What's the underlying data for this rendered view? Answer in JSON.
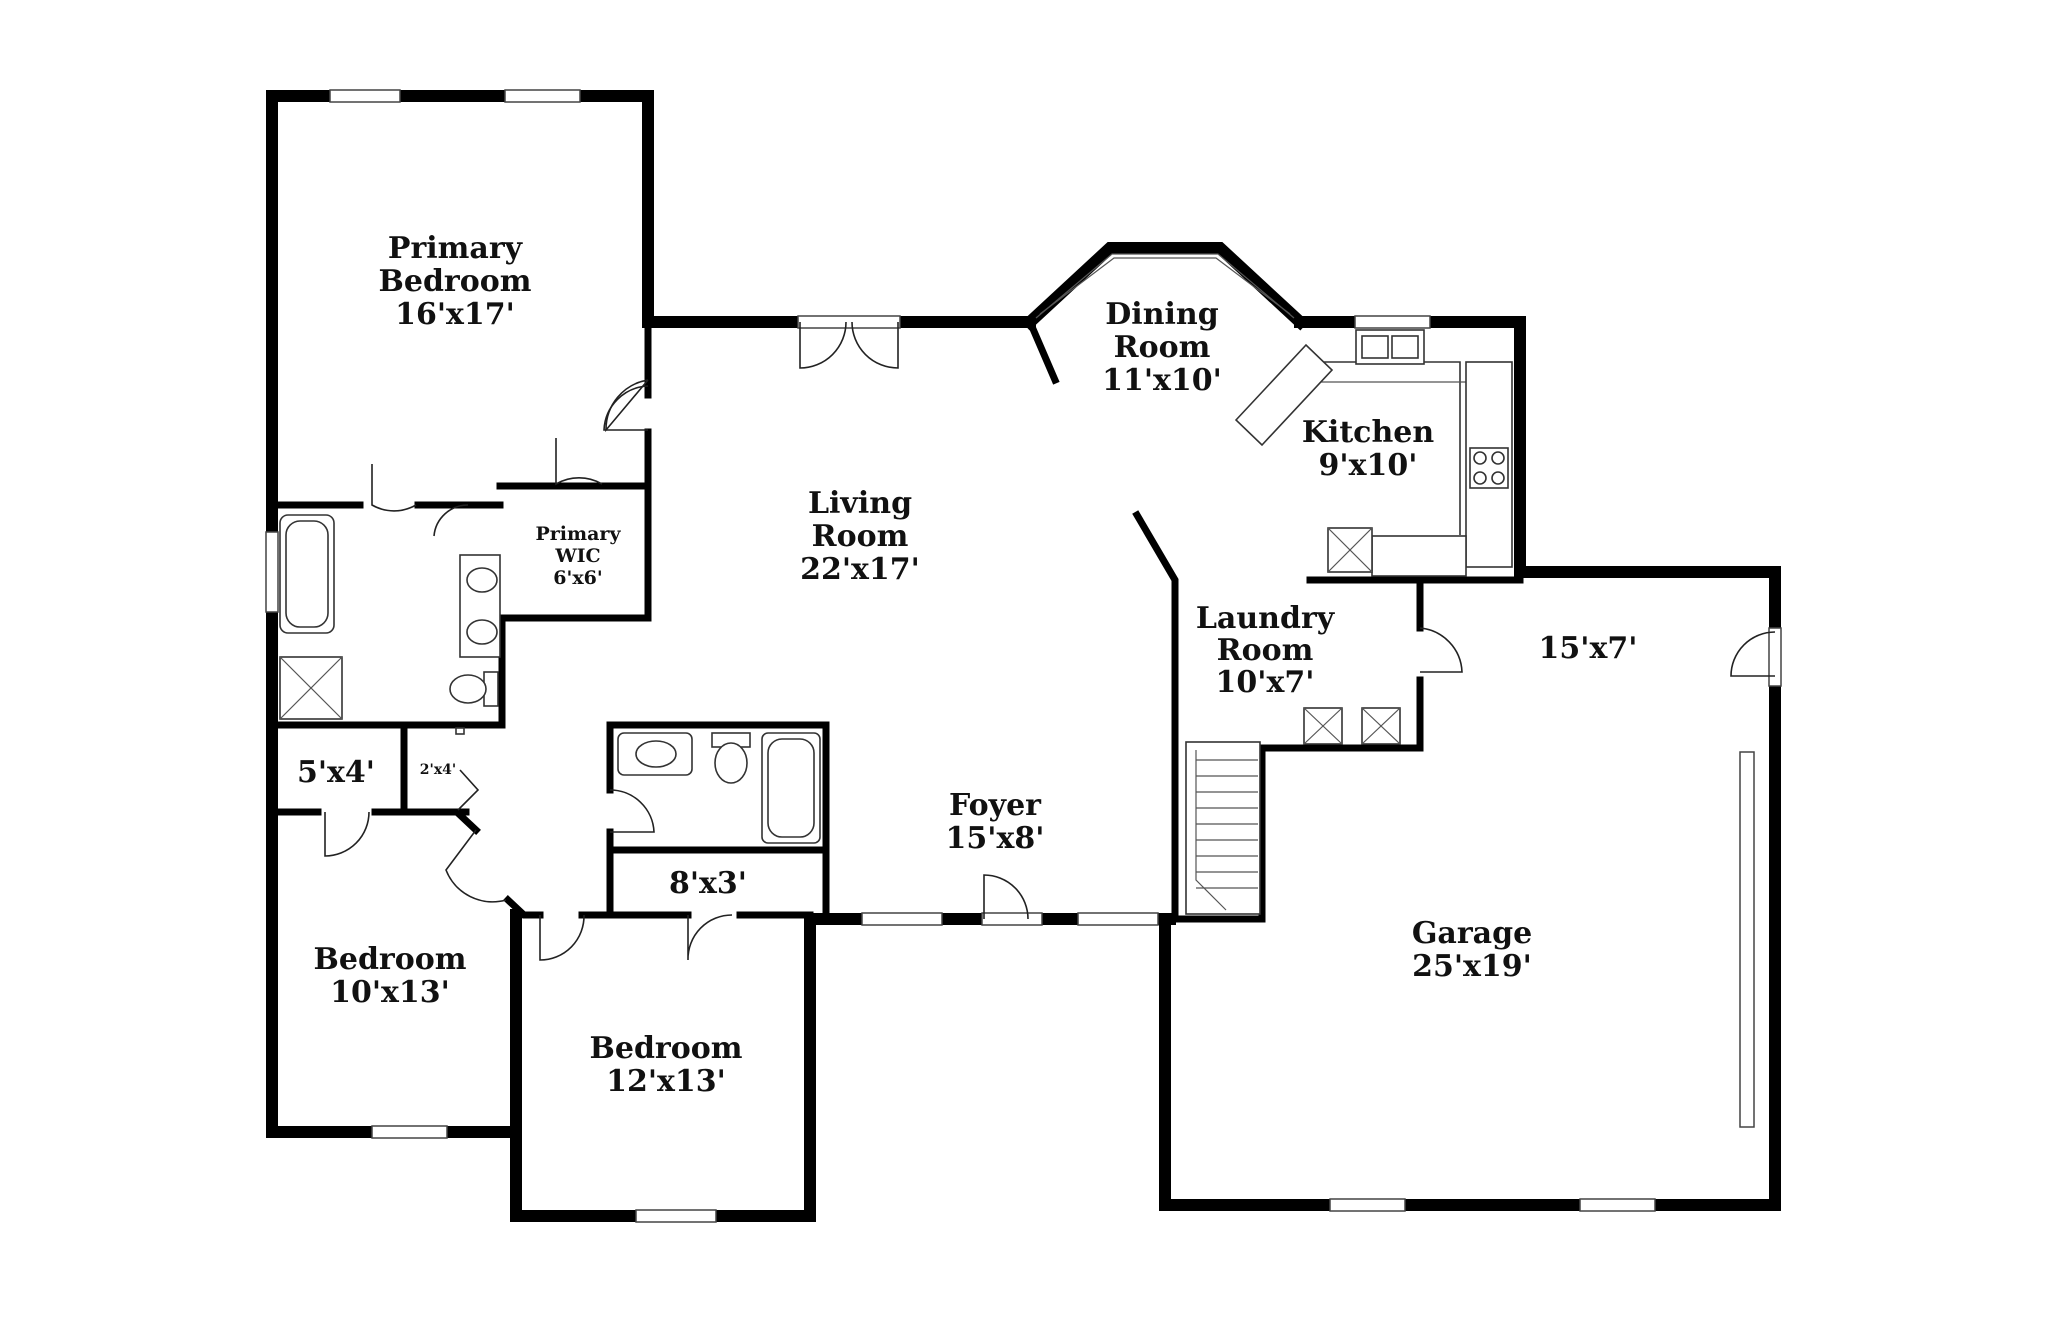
{
  "rooms": {
    "primary_bedroom": {
      "name_l1": "Primary",
      "name_l2": "Bedroom",
      "size": "16'x17'"
    },
    "living_room": {
      "name_l1": "Living",
      "name_l2": "Room",
      "size": "22'x17'"
    },
    "dining_room": {
      "name_l1": "Dining",
      "name_l2": "Room",
      "size": "11'x10'"
    },
    "kitchen": {
      "name": "Kitchen",
      "size": "9'x10'"
    },
    "primary_wic": {
      "name_l1": "Primary",
      "name_l2": "WIC",
      "size": "6'x6'"
    },
    "laundry_room": {
      "name_l1": "Laundry",
      "name_l2": "Room",
      "size": "10'x7'"
    },
    "storage": {
      "size": "15'x7'"
    },
    "closet_a": {
      "size": "5'x4'"
    },
    "closet_b": {
      "size": "2'x4'"
    },
    "closet_c": {
      "size": "8'x3'"
    },
    "foyer": {
      "name": "Foyer",
      "size": "15'x8'"
    },
    "garage": {
      "name": "Garage",
      "size": "25'x19'"
    },
    "bedroom_2": {
      "name": "Bedroom",
      "size": "10'x13'"
    },
    "bedroom_3": {
      "name": "Bedroom",
      "size": "12'x13'"
    }
  }
}
